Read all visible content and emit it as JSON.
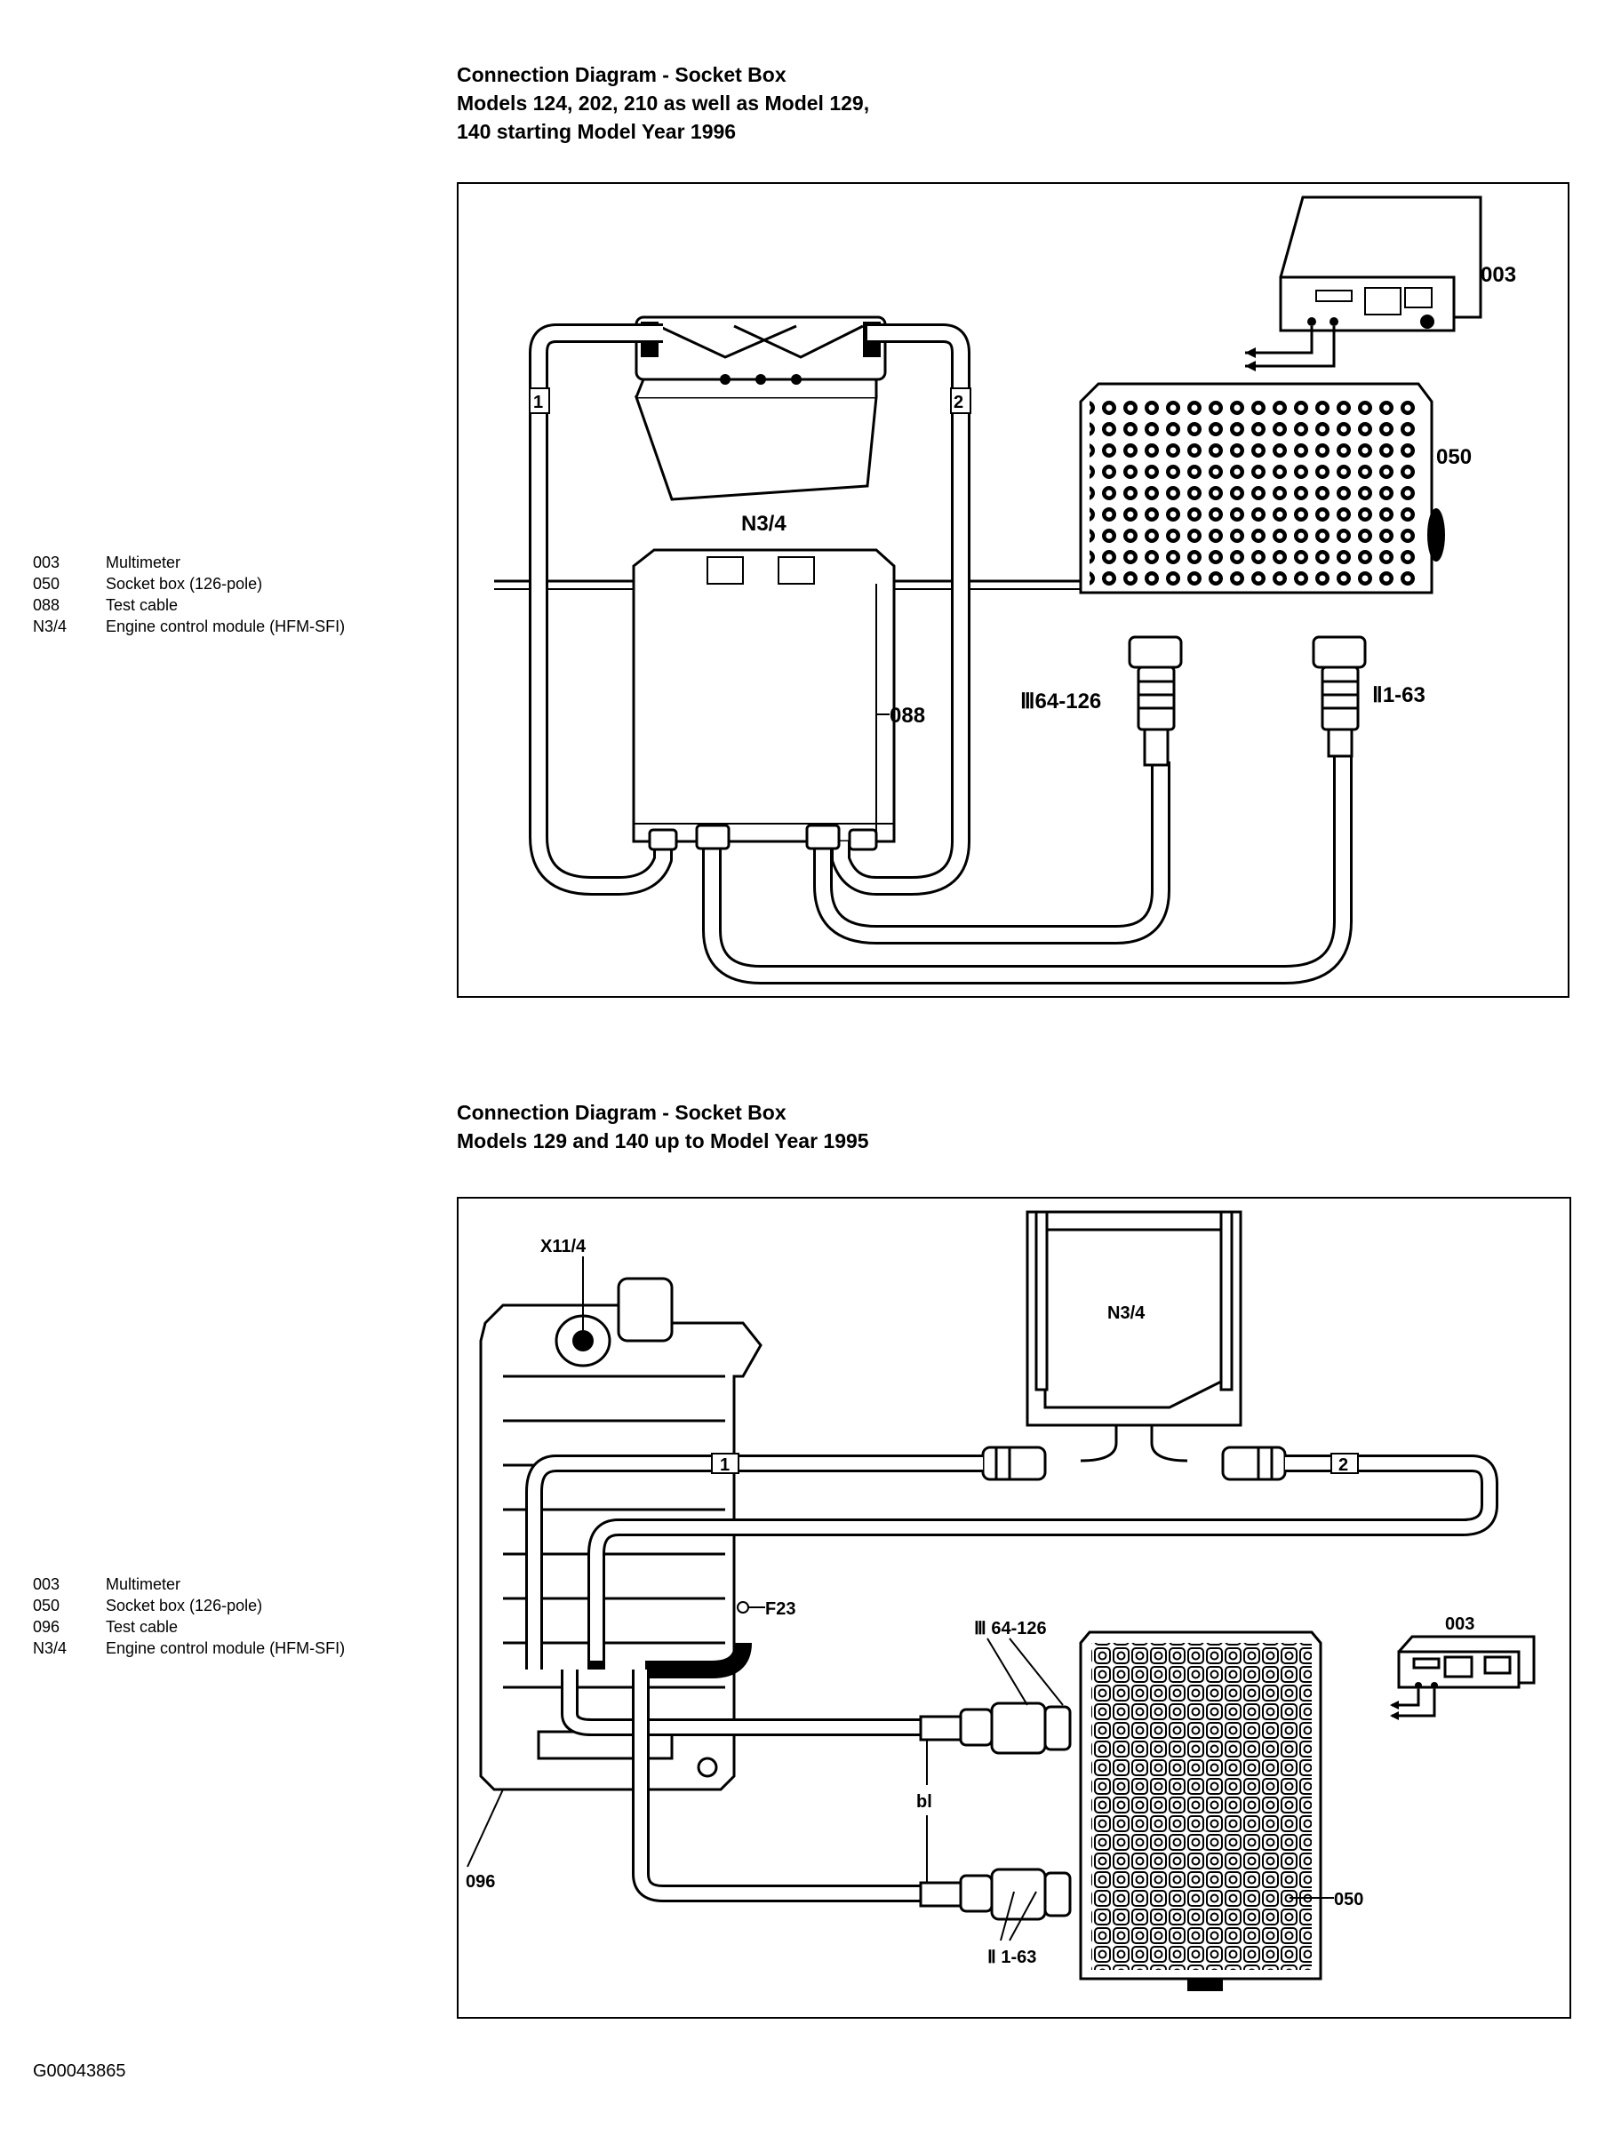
{
  "diagram1": {
    "title_lines": [
      "Connection Diagram - Socket Box",
      "Models 124, 202, 210 as well as Model 129,",
      "140 starting Model Year 1996"
    ],
    "legend": [
      {
        "code": "003",
        "desc": "Multimeter"
      },
      {
        "code": "050",
        "desc": "Socket box (126-pole)"
      },
      {
        "code": "088",
        "desc": "Test cable"
      },
      {
        "code": "N3/4",
        "desc": "Engine control module (HFM-SFI)"
      }
    ],
    "labels": {
      "multimeter": "003",
      "socket_box": "050",
      "ecm": "N3/4",
      "test_cable": "088",
      "connector_3": "Ⅲ64-126",
      "connector_2": "Ⅱ1-63",
      "tag_1": "1",
      "tag_2": "2"
    }
  },
  "diagram2": {
    "title_lines": [
      "Connection Diagram - Socket Box",
      "Models 129 and 140 up to Model Year 1995"
    ],
    "legend": [
      {
        "code": "003",
        "desc": "Multimeter"
      },
      {
        "code": "050",
        "desc": "Socket box (126-pole)"
      },
      {
        "code": "096",
        "desc": "Test cable"
      },
      {
        "code": "N3/4",
        "desc": "Engine control module (HFM-SFI)"
      }
    ],
    "labels": {
      "connector_x": "X11/4",
      "ecm": "N3/4",
      "fuse": "F23",
      "connector_3": "Ⅲ 64-126",
      "connector_2": "Ⅱ 1-63",
      "wire_color": "bl",
      "test_cable": "096",
      "socket_box": "050",
      "multimeter": "003",
      "tag_1": "1",
      "tag_2": "2"
    }
  },
  "figure_id": "G00043865"
}
